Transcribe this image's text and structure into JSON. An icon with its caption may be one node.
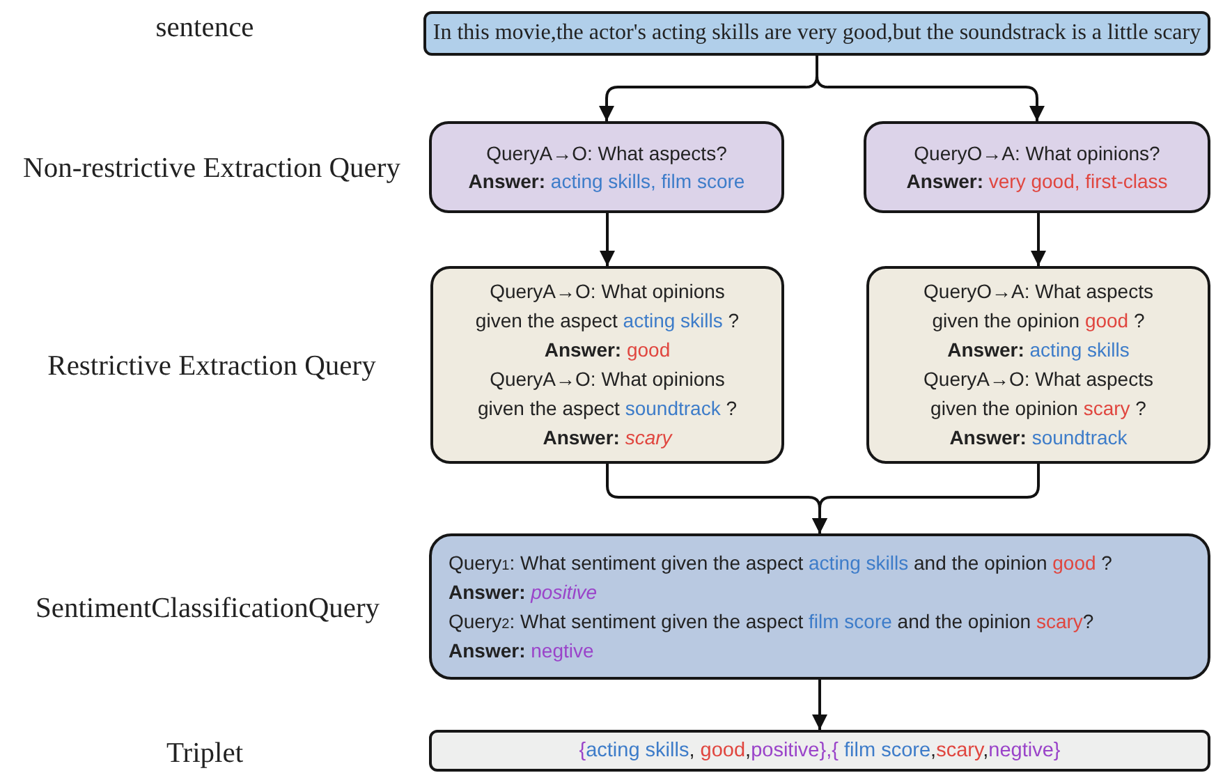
{
  "diagram": {
    "nodes": [
      {
        "text": [
          "In this movie,the actor's acting skills are very good,but the soundstrack is a little scary"
        ]
      },
      {
        "text": [
          "QueryA→O: What aspects?",
          "**Answer:** acting skills, film score"
        ]
      },
      {
        "text": [
          "QueryO→A: What opinions?",
          "**Answer:** very good, first-class"
        ]
      },
      {
        "text": [
          "QueryA→O: What opinions given the aspect acting skills ?",
          "**Answer:** good",
          "QueryA→O: What opinions given the aspect soundtrack ?",
          "**Answer:** *scary*"
        ]
      },
      {
        "text": [
          "QueryO→A: What aspects given the opinion good ?",
          "**Answer:** acting skills",
          "QueryA→O: What aspects given the opinion scary ?",
          "**Answer:** soundtrack"
        ]
      },
      {
        "text": [
          "Query$_{1}$: What sentiment given the aspect acting skills and the opinion good ?",
          "**Answer:** *positive*",
          "Query$_{2}$: What sentiment given the aspect film score and the opinion scary?",
          "**Answer:** negtive"
        ]
      },
      {
        "text": [
          "{acting skills, good,positive},{ film score,scary,negtive}"
        ]
      }
    ],
    "edges": [
      {
        "from": 0,
        "to": 1,
        "arrow": "to"
      },
      {
        "from": 0,
        "to": 2,
        "arrow": "to"
      },
      {
        "from": 1,
        "to": 3,
        "arrow": "to"
      },
      {
        "from": 2,
        "to": 4,
        "arrow": "to"
      },
      {
        "from": 3,
        "to": 5,
        "arrow": "to"
      },
      {
        "from": 4,
        "to": 5,
        "arrow": "to"
      },
      {
        "from": 5,
        "to": 6,
        "arrow": "to"
      }
    ],
    "labels": [
      "sentence",
      "Non-restrictive Extraction Query",
      "Restrictive Extraction Query",
      "SentimentClassificationQuery",
      "Triplet"
    ]
  }
}
